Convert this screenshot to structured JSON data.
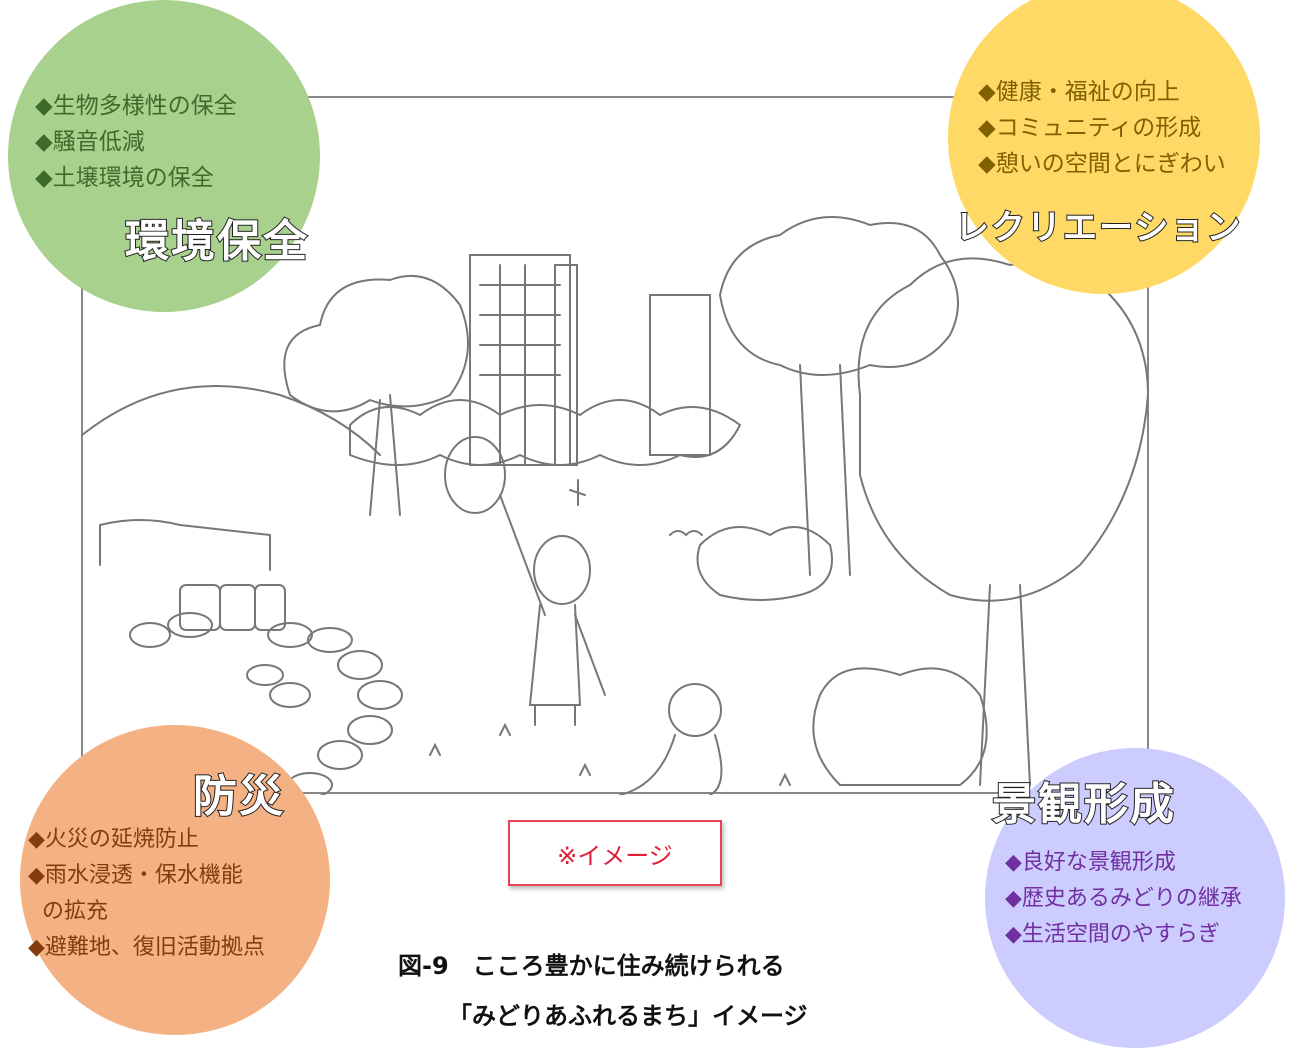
{
  "circles": {
    "environment": {
      "color": "#a9d18e",
      "items": [
        "◆生物多様性の保全",
        "◆騒音低減",
        "◆土壌環境の保全"
      ],
      "title": "環境保全",
      "text_color": "#3f6b2a"
    },
    "recreation": {
      "color": "#ffd966",
      "items": [
        "◆健康・福祉の向上",
        "◆コミュニティの形成",
        "◆憩いの空間とにぎわい"
      ],
      "title": "レクリエーション",
      "text_color": "#806000"
    },
    "disaster": {
      "color": "#f4b183",
      "items": [
        "◆火災の延焼防止",
        "◆雨水浸透・保水機能",
        "の拡充",
        "◆避難地、復旧活動拠点"
      ],
      "title": "防災",
      "text_color": "#843c0c"
    },
    "landscape": {
      "color": "#ccccff",
      "items": [
        "◆良好な景観形成",
        "◆歴史あるみどりの継承",
        "◆生活空間のやすらぎ"
      ],
      "title": "景観形成",
      "text_color": "#7030a0"
    }
  },
  "note": "※イメージ",
  "caption": {
    "line1": "図-9　こころ豊かに住み続けられる",
    "line2": "「みどりあふれるまち」イメージ"
  }
}
